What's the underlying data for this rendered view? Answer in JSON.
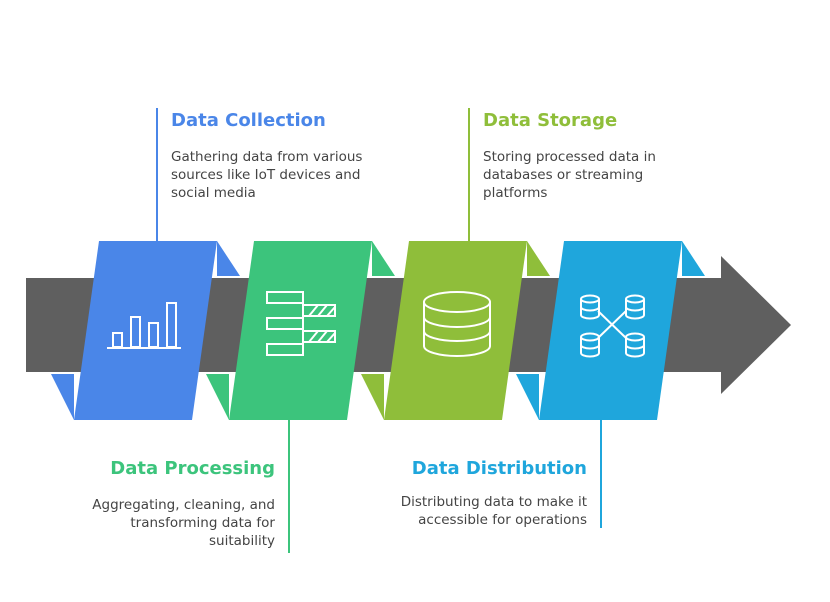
{
  "colors": {
    "arrow": "#5f5f5f",
    "collection": "#4a86e8",
    "processing": "#3cc47c",
    "storage": "#8fbe3a",
    "distribution": "#1fa6dc",
    "text": "#444444"
  },
  "steps": [
    {
      "title": "Data Collection",
      "description": "Gathering data from various sources like IoT devices and social media",
      "icon": "bar-chart-icon"
    },
    {
      "title": "Data Processing",
      "description": "Aggregating, cleaning, and transforming data for suitability",
      "icon": "filter-bars-icon"
    },
    {
      "title": "Data Storage",
      "description": "Storing processed data in databases or streaming platforms",
      "icon": "database-icon"
    },
    {
      "title": "Data Distribution",
      "description": "Distributing data to make it accessible for operations",
      "icon": "distributed-databases-icon"
    }
  ]
}
